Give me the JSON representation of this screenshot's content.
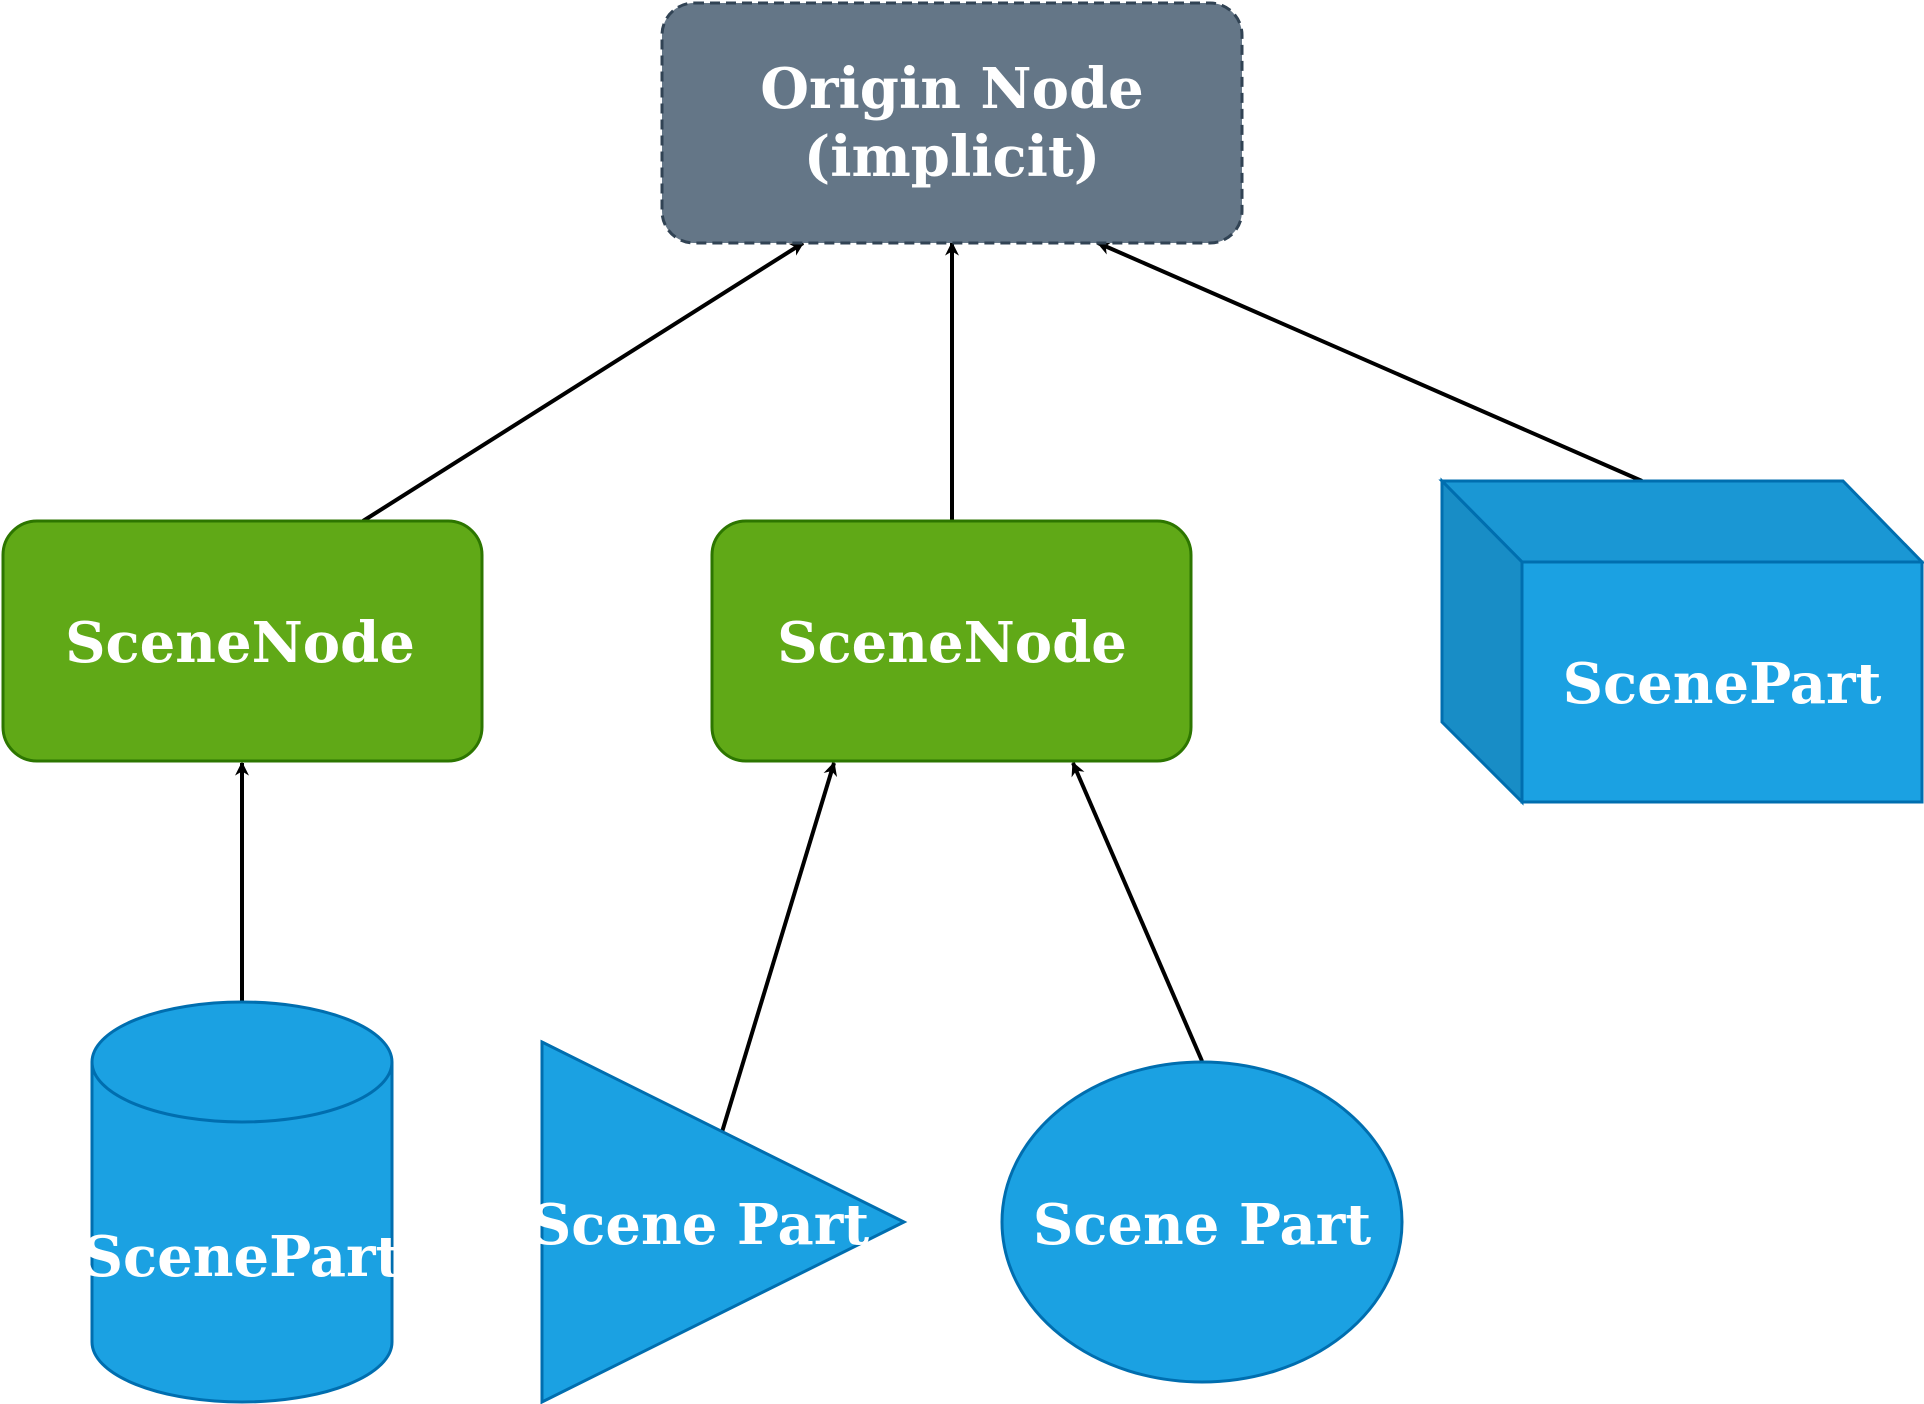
{
  "colors": {
    "origin_fill": "#647687",
    "origin_stroke": "#314354",
    "scene_node_fill": "#60a917",
    "scene_node_stroke": "#2d7600",
    "scene_part_fill": "#1ba1e2",
    "scene_part_stroke": "#006eaf",
    "scene_part_shade_top": "#1a97d4",
    "scene_part_shade_side": "#188dc6",
    "edge": "#000000",
    "label": "#ffffff"
  },
  "nodes": {
    "origin": {
      "line1": "Origin Node",
      "line2": "(implicit)",
      "shape": "dashed-rounded-rectangle"
    },
    "scene_node_left": {
      "label": "SceneNode",
      "shape": "rounded-rectangle"
    },
    "scene_node_center": {
      "label": "SceneNode",
      "shape": "rounded-rectangle"
    },
    "scene_part_cube": {
      "label": "ScenePart",
      "shape": "cube"
    },
    "scene_part_cylinder": {
      "label": "ScenePart",
      "shape": "cylinder"
    },
    "scene_part_triangle": {
      "label": "Scene Part",
      "shape": "triangle"
    },
    "scene_part_ellipse": {
      "label": "Scene Part",
      "shape": "ellipse"
    }
  },
  "edges": [
    {
      "from": "scene_node_left",
      "to": "origin"
    },
    {
      "from": "scene_node_center",
      "to": "origin"
    },
    {
      "from": "scene_part_cube",
      "to": "origin"
    },
    {
      "from": "scene_part_cylinder",
      "to": "scene_node_left"
    },
    {
      "from": "scene_part_triangle",
      "to": "scene_node_center"
    },
    {
      "from": "scene_part_ellipse",
      "to": "scene_node_center"
    }
  ]
}
